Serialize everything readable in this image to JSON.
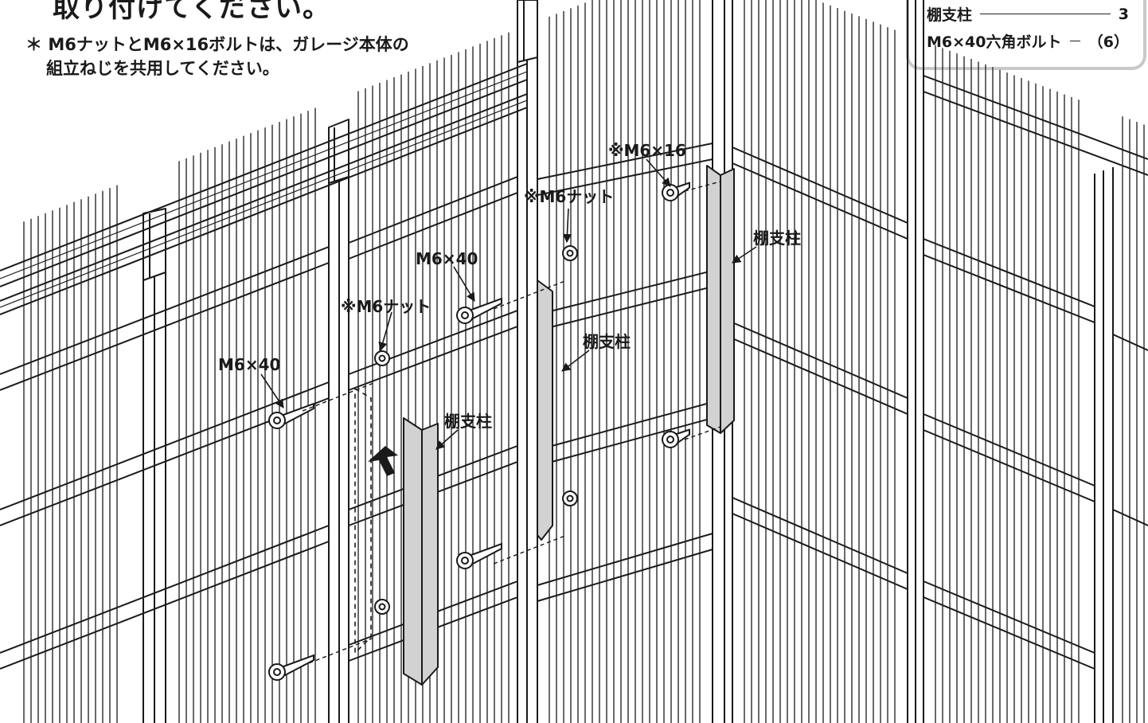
{
  "title_fragment": "取り付けてください。",
  "note": {
    "mark": "＊",
    "line1": "M6ナットとM6×16ボルトは、ガレージ本体の",
    "line2": "組立ねじを共用してください。"
  },
  "parts_box": {
    "items": [
      {
        "name": "棚支柱",
        "qty": "3"
      },
      {
        "name": "M6×40六角ボルト",
        "qty": "（6）"
      }
    ]
  },
  "callouts": {
    "shelf_post": "棚支柱",
    "bolt_m6x40": "M6×40",
    "nut_m6": "※M6ナット",
    "bolt_m6x16": "※M6×16"
  },
  "colors": {
    "line": "#1a1a1a",
    "part_fill": "#d2d2d2",
    "box_border": "#c9c9c9"
  }
}
